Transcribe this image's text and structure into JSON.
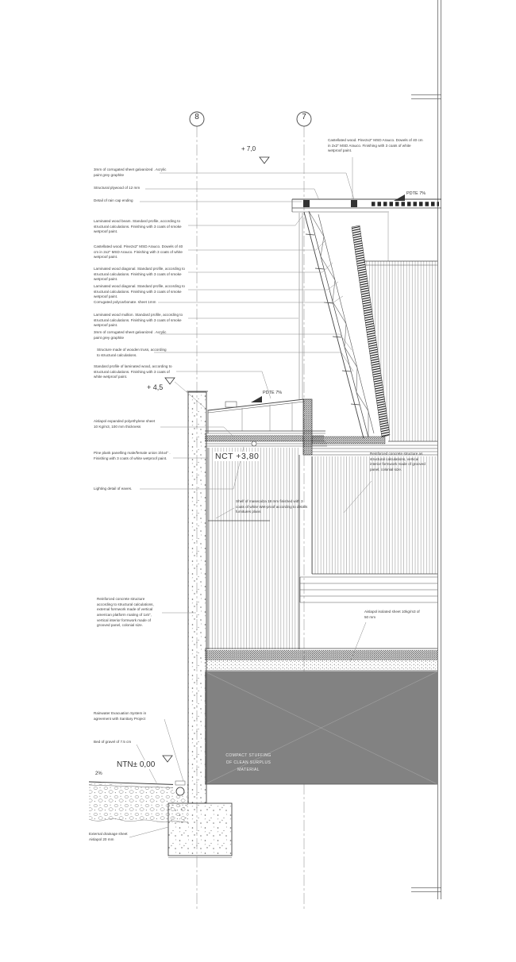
{
  "grid": {
    "bubbles": [
      {
        "label": "8"
      },
      {
        "label": "7"
      }
    ]
  },
  "levels": {
    "top": "+ 7,0",
    "mid": "+ 4,5",
    "nct": "NCT +3,80",
    "ntn": "NTN± 0,00",
    "pdte_upper": "PDTE 7%",
    "pdte_lower": "PDTE 7%",
    "ground_slope": "2%"
  },
  "annotations_left": [
    "3mm of corrugated sheet galvanized . Acrylic paint grey graphite",
    "Structural plywood  of 12 mm",
    "Detail of rain cap ending",
    "Laminated wood beam. Standard profile, according to structural calculations. Finishing with 3 coats of smoke wetproof paint.",
    "Castellated wood. Pine2x2\" MSD Arauco. Dowels of 40 cm in 2x2\" MSD Arauco. Finishing with 3 coats of white wetproof paint.",
    "Laminated wood diagonal. Standard profile, according to structural calculations. Finishing with 3 coats of smoke wetproof paint.",
    "Laminated wood diagonal. Standard profile, according to structural calculations. Finishing with 3 coats of smoke wetproof paint.",
    "Corrugated polycarbonate. sheet 1mm",
    "Laminated wood mullion. Standard profile, according to structural calculations. Finishing with 3 coats of smoke wetproof paint.",
    "3mm of corrugated sheet galvanized . Acrylic paint grey graphite",
    "Structure made of wooden truss, according to structural calculations.",
    "Standard profile of laminated wood, according to structural calculations. Finishing with 3 coats of white wetproof paint.",
    "Aislapol expanded polyethylene sheet 10 Kg/m3, 100 mm thickness",
    "Pine plank panelling male/female union 3/4x4\" . Finishing with 3 coats of white wetproof paint.",
    "Lighting detail of eaves.",
    "Reinforced concrete structure according to structural calculations, external formwork made of vertical american platform roating of 1x5\", vertical interior formwork made of grooved panel, colonial size.",
    "Rainwater Evacuation System in agreement with Sanitary Project",
    "Bed of gravel of 7.5 cm",
    "External drainage sheet Aislapol 20 mm"
  ],
  "annotations_right": [
    "Castellated wood. Pine2x2\" MSD Arauco. Dowels of 40 cm in 2x2\" MSD Arauco. Finishing with 3 coats of white wetproof paint.",
    "Reinforced concrete structure as structural calculations, vertical interior formwork made of grooved panel, colonial size.",
    "Shelf of masecalza 18 mm finished with 3 coats of white Wet-proof according to details furnitures plans",
    "Aislapol isolated sheet 10kg/m3 of 50 mm"
  ],
  "fill_label": "COMPACT STUFFING OF CLEAN SURPLUS MATERIAL"
}
